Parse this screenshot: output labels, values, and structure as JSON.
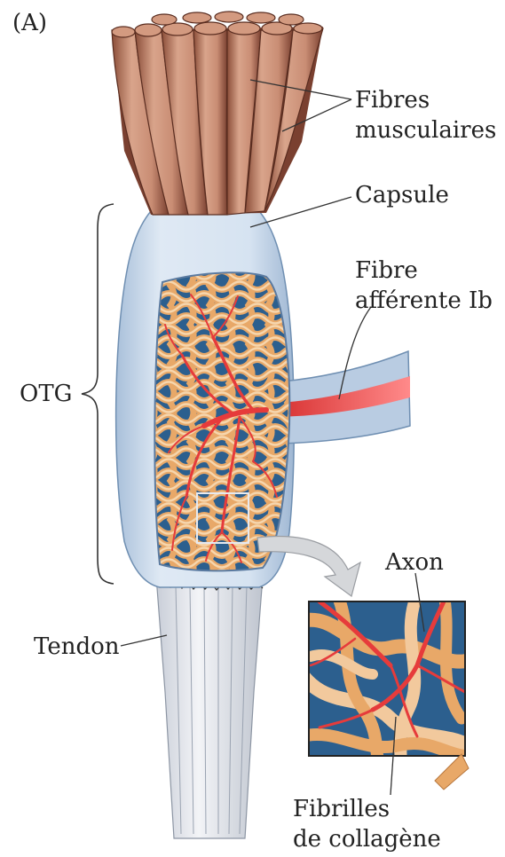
{
  "panel_label": "(A)",
  "labels": {
    "muscle_fibers": [
      "Fibres",
      "musculaires"
    ],
    "capsule": "Capsule",
    "afferent": [
      "Fibre",
      "afférente Ib"
    ],
    "otg": "OTG",
    "axon": "Axon",
    "tendon": "Tendon",
    "collagen": [
      "Fibrilles",
      "de collagène"
    ]
  },
  "colors": {
    "muscle": "#c98d74",
    "muscle_dark": "#8a4d38",
    "capsule": "#c8d8ea",
    "capsule_edge": "#6f8fb2",
    "collagen": "#e8a868",
    "collagen_light": "#f3cfa3",
    "background_fill": "#2c5f8e",
    "nerve": "#e63b3b",
    "tendon": "#e6e9ef"
  }
}
